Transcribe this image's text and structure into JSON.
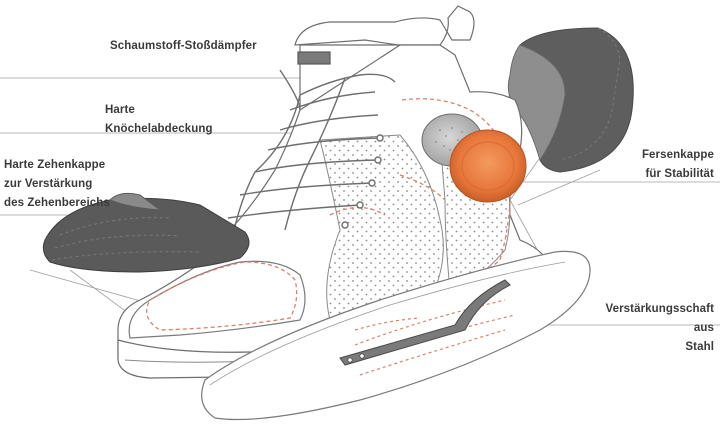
{
  "labels": {
    "foam_damper": "Schaumstoff-Stoßdämpfer",
    "ankle_cover": "Harte\nKnöchelabdeckung",
    "toe_cap": "Harte Zehenkappe\nzur Verstärkung\ndes Zehenbereichs",
    "heel_cap": "Fersenkappe\nfür Stabilität",
    "steel_shank": "Verstärkungsschaft\naus\nStahl"
  },
  "colors": {
    "accent_orange": "#e8763a",
    "cap_dark": "#5a5a5a",
    "cap_light": "#8a8a8a",
    "outline": "#6e6e6e",
    "dash_red": "#d9826a",
    "leader": "#9a9a9a"
  }
}
